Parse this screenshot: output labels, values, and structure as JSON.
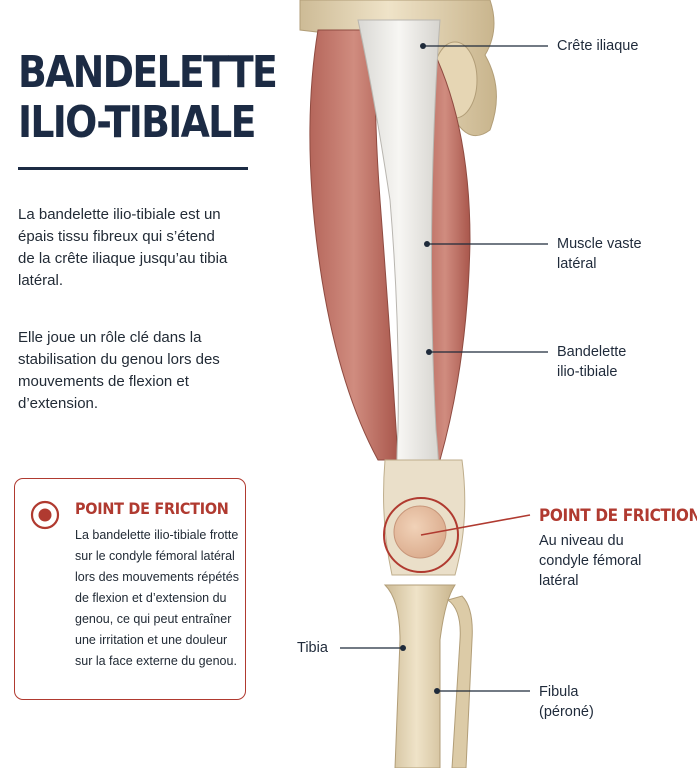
{
  "title": {
    "line1": "BANDELETTE",
    "line2": "ILIO-TIBIALE"
  },
  "intro": {
    "paragraph1": "La bandelette ilio-tibiale est un épais tissu fibreux qui s’étend de la crête iliaque jusqu’au tibia latéral.",
    "paragraph2": "Elle joue un rôle clé dans la stabilisation du genou lors des mouvements de flexion et d’extension."
  },
  "callout": {
    "icon": "target-icon",
    "title": "POINT DE FRICTION",
    "text": "La bandelette ilio-tibiale frotte sur le condyle fémoral latéral lors des mouvements répétés de flexion et d’extension du genou, ce qui peut entraîner une irritation et une douleur sur la face externe du genou."
  },
  "labels": {
    "crete_iliaque": "Crête iliaque",
    "vaste_lateral": {
      "line1": "Muscle vaste",
      "line2": "latéral"
    },
    "bandelette": {
      "line1": "Bandelette",
      "line2": "ilio-tibiale"
    },
    "friction": {
      "title": "POINT DE FRICTION",
      "line1": "Au niveau du",
      "line2": "condyle fémoral",
      "line3": "latéral"
    },
    "tibia": "Tibia",
    "fibula": {
      "line1": "Fibula",
      "line2": "(péroné)"
    }
  },
  "colors": {
    "navy": "#1c2b44",
    "accent_red": "#b03a30",
    "muscle": "#c4766a",
    "band": "#ecebe8",
    "bone": "#e3d4b3"
  }
}
